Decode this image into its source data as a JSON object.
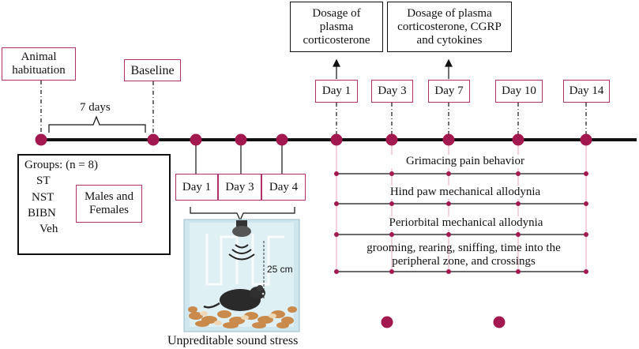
{
  "colors": {
    "accent": "#a0285f",
    "dot": "#a3184f",
    "line": "#111111"
  },
  "top": {
    "habituation": "Animal\nhabituation",
    "baseline": "Baseline",
    "seven_days": "7 days",
    "dosage1": "Dosage of\nplasma\ncorticosterone",
    "dosage2": "Dosage of plasma\ncorticosterone, CGRP\nand cytokines"
  },
  "test_days": [
    "Day 1",
    "Day 3",
    "Day 7",
    "Day 10",
    "Day 14"
  ],
  "stress_days": [
    "Day 1",
    "Day 3",
    "Day 4"
  ],
  "groups": {
    "title": "Groups: (n = 8)",
    "items": [
      "ST",
      "NST",
      "BIBN",
      "Veh"
    ],
    "sex": "Males and\nFemales"
  },
  "measures": [
    "Grimacing pain behavior",
    "Hind paw mechanical allodynia",
    "Periorbital mechanical allodynia",
    "grooming, rearing, sniffing, time into the\nperipheral zone, and crossings"
  ],
  "apparatus": {
    "distance": "25 cm",
    "icon": "mouse-in-chamber-with-speaker-icon"
  },
  "caption": "Unpreditable sound stress"
}
